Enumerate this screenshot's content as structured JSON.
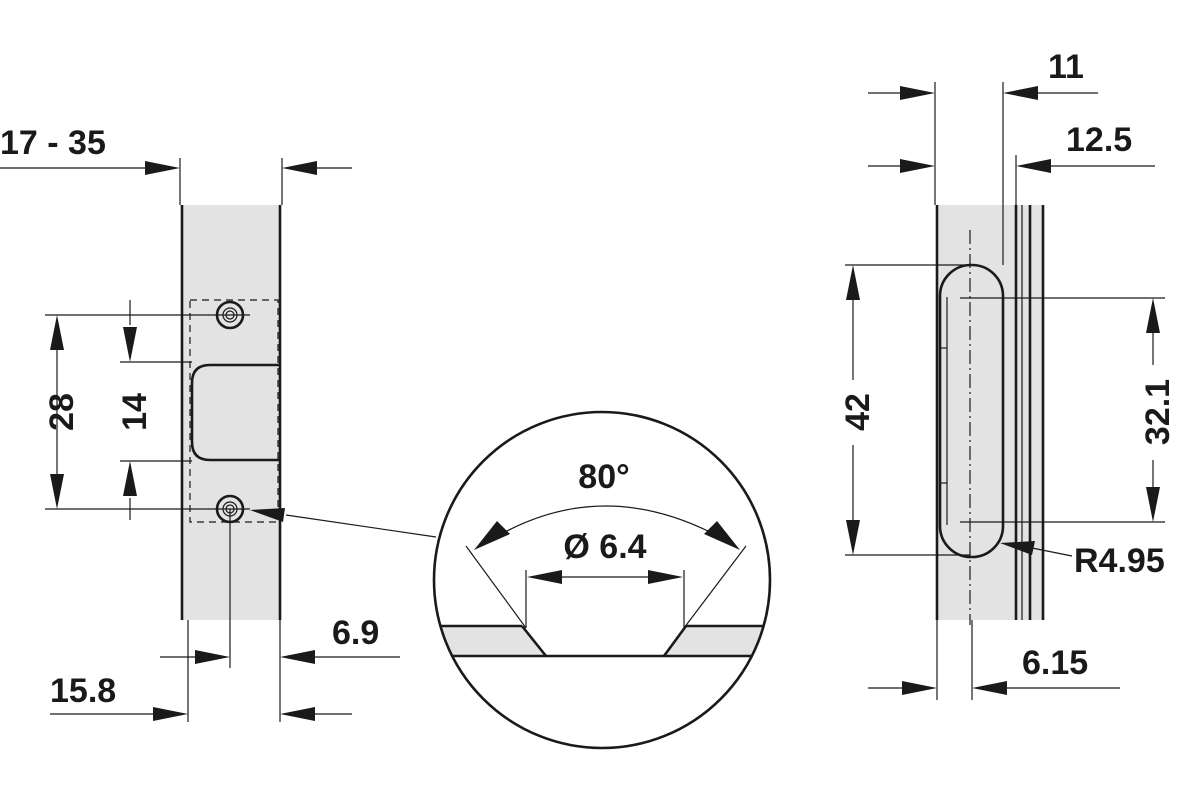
{
  "dimensions": {
    "front": {
      "plate_width_range": "17 - 35",
      "hole_spacing": "28",
      "opening_height": "14",
      "hole_offset": "15.8",
      "edge_offset": "6.9"
    },
    "detail": {
      "countersink_angle": "80°",
      "hole_diameter": "Ø 6.4"
    },
    "side": {
      "depth_1": "11",
      "depth_2": "12.5",
      "recess_length": "42",
      "recess_straight": "32.1",
      "recess_radius": "R4.95",
      "recess_offset": "6.15"
    }
  }
}
